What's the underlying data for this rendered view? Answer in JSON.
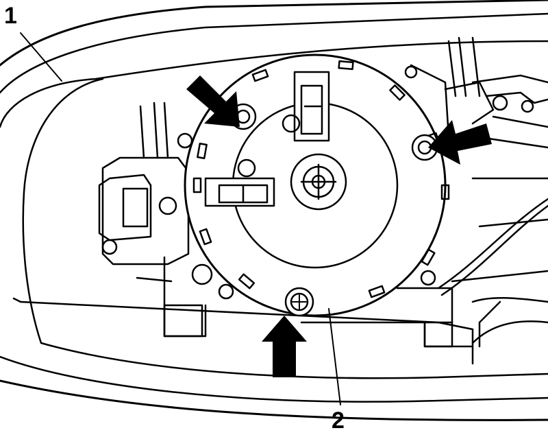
{
  "callouts": [
    {
      "id": "1",
      "label": "1"
    },
    {
      "id": "2",
      "label": "2"
    }
  ],
  "colors": {
    "line": "#000000",
    "background": "#ffffff",
    "fill": "#ffffff",
    "shade": "#dcdcdc"
  }
}
